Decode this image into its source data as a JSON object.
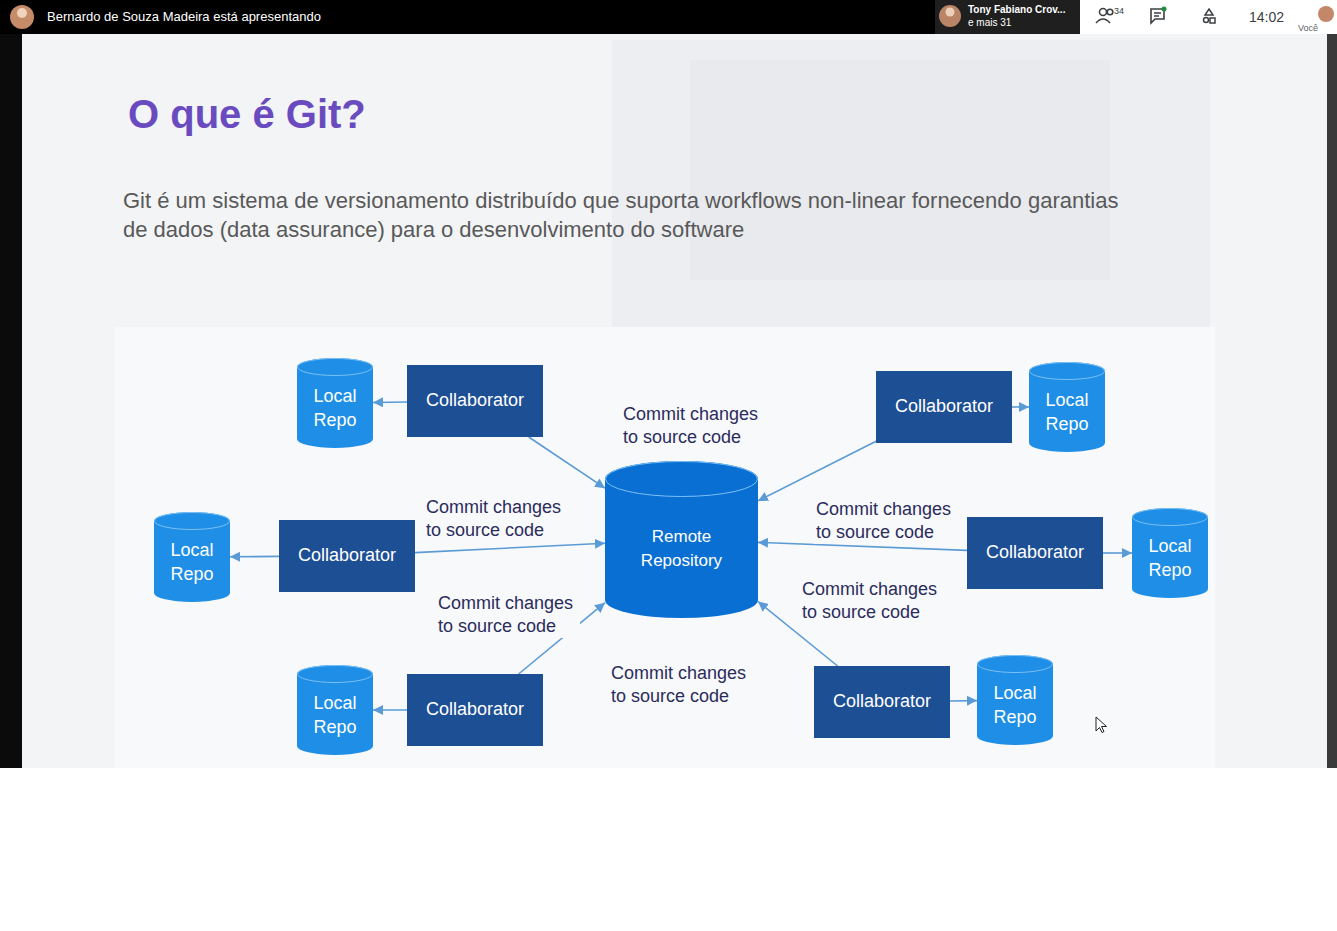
{
  "diagram": {
    "title": "O que é Git?",
    "nodes": [
      {
        "text": [
          "Local Repo"
        ]
      },
      {
        "text": [
          "Collaborator"
        ]
      },
      {
        "text": [
          "Collaborator"
        ]
      },
      {
        "text": [
          "Local Repo"
        ]
      },
      {
        "text": [
          "Local Repo"
        ]
      },
      {
        "text": [
          "Collaborator"
        ]
      },
      {
        "text": [
          "Remote Repository"
        ]
      },
      {
        "text": [
          "Collaborator"
        ]
      },
      {
        "text": [
          "Local Repo"
        ]
      },
      {
        "text": [
          "Local Repo"
        ]
      },
      {
        "text": [
          "Collaborator"
        ]
      },
      {
        "text": [
          "Collaborator"
        ]
      },
      {
        "text": [
          "Local Repo"
        ]
      }
    ],
    "edges": [
      {
        "from": 1,
        "to": 0,
        "arrow": "to"
      },
      {
        "from": 1,
        "to": 6,
        "label": "Commit changes to source code",
        "arrow": "to"
      },
      {
        "from": 2,
        "to": 3,
        "arrow": "to"
      },
      {
        "from": 2,
        "to": 6,
        "label": "Commit changes to source code",
        "arrow": "to"
      },
      {
        "from": 5,
        "to": 4,
        "arrow": "to"
      },
      {
        "from": 5,
        "to": 6,
        "label": "Commit changes to source code",
        "arrow": "to"
      },
      {
        "from": 7,
        "to": 8,
        "arrow": "to"
      },
      {
        "from": 7,
        "to": 6,
        "label": "Commit changes to source code",
        "arrow": "to"
      },
      {
        "from": 10,
        "to": 9,
        "arrow": "to"
      },
      {
        "from": 10,
        "to": 6,
        "label": "Commit changes to source code",
        "arrow": "to"
      },
      {
        "from": 11,
        "to": 12,
        "arrow": "to"
      },
      {
        "from": 11,
        "to": 6,
        "label": "Commit changes to source code",
        "arrow": "to"
      }
    ],
    "labels": [
      "Bernardo de Souza Madeira está apresentando",
      "Tony Fabiano Crov...",
      "e mais 31",
      "34",
      "14:02",
      "Você",
      "Git é um sistema de versionamento distribuído que suporta workflows non-linear fornecendo garantias de dados (data assurance) para o desenvolvimento do software"
    ]
  }
}
